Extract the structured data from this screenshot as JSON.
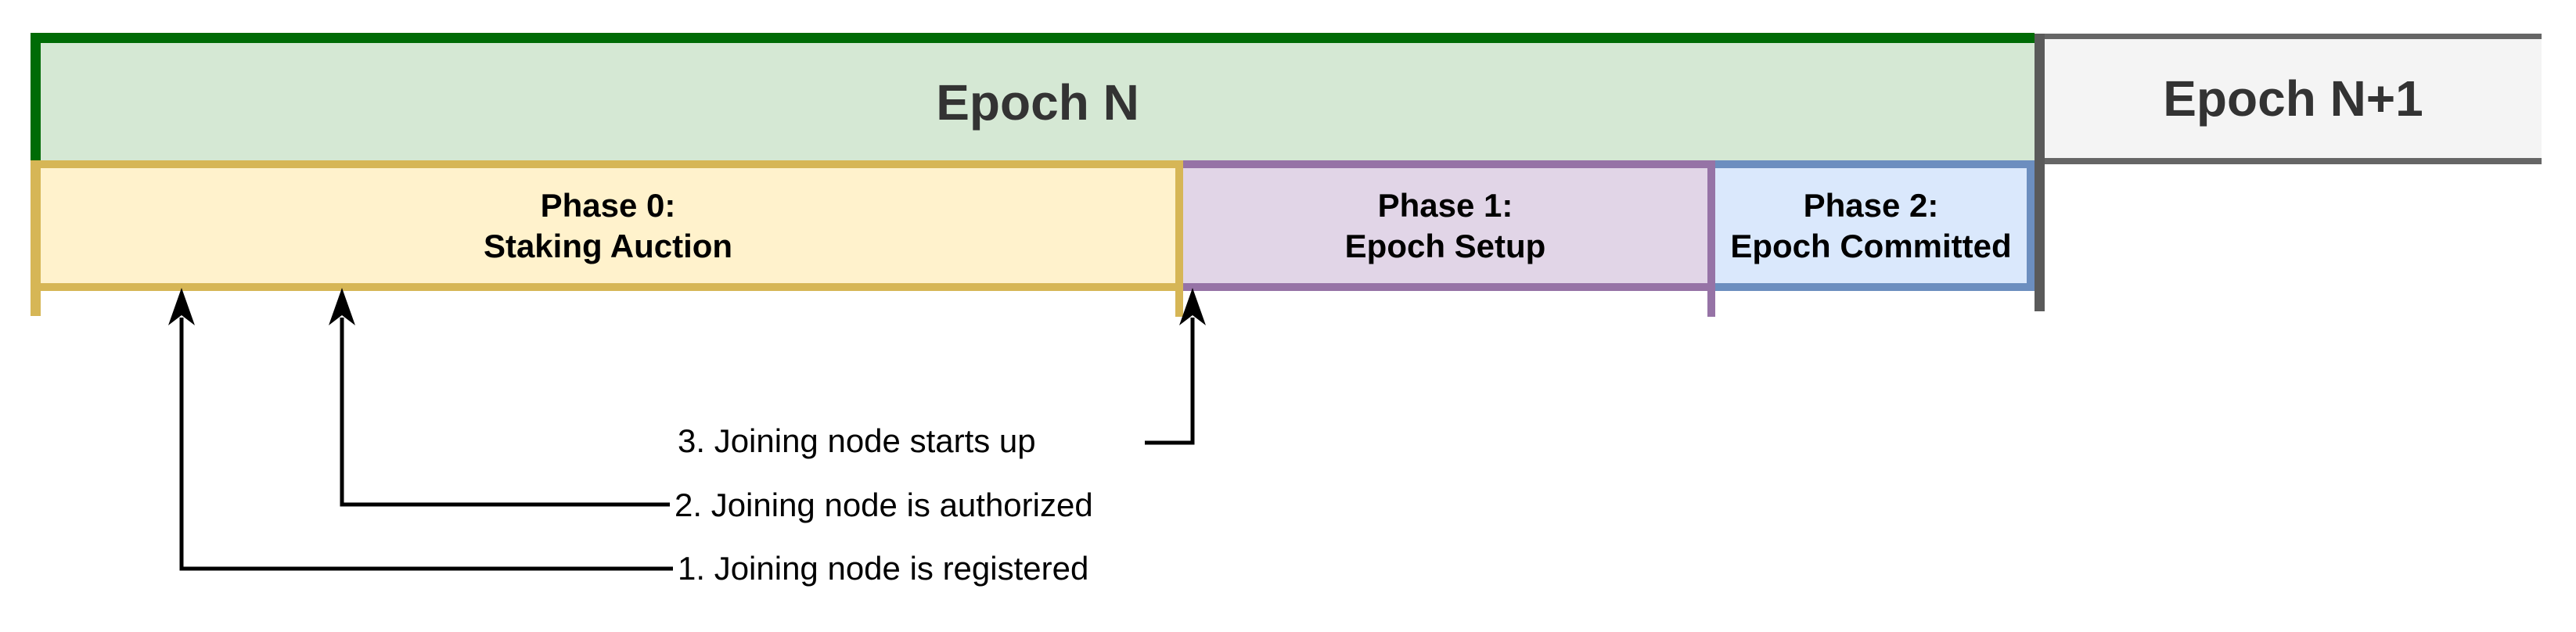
{
  "diagram": {
    "title_row": {
      "epoch_n_label": "Epoch N",
      "epoch_n_plus_1_label": "Epoch N+1"
    },
    "phases": [
      {
        "name": "phase-0",
        "line1": "Phase 0:",
        "line2": "Staking Auction"
      },
      {
        "name": "phase-1",
        "line1": "Phase 1:",
        "line2": "Epoch Setup"
      },
      {
        "name": "phase-2",
        "line1": "Phase 2:",
        "line2": "Epoch Committed"
      }
    ],
    "annotations": [
      {
        "name": "step-1",
        "label": "1. Joining node is registered"
      },
      {
        "name": "step-2",
        "label": "2. Joining node is authorized"
      },
      {
        "name": "step-3",
        "label": "3. Joining node starts up"
      }
    ]
  },
  "colors": {
    "green-fill": "#d5e8d4",
    "green-border": "#006b06",
    "yellow-fill": "#fff2cc",
    "yellow-border": "#d6b656",
    "purple-fill": "#e1d5e7",
    "purple-border": "#9673a6",
    "blue-fill": "#dae8fc",
    "blue-border": "#6c8ebf",
    "gray-fill": "#f4f4f4",
    "gray-border": "#666666",
    "divider": "#5a5a5a",
    "epoch-text": "#333333",
    "ink": "#000000"
  }
}
